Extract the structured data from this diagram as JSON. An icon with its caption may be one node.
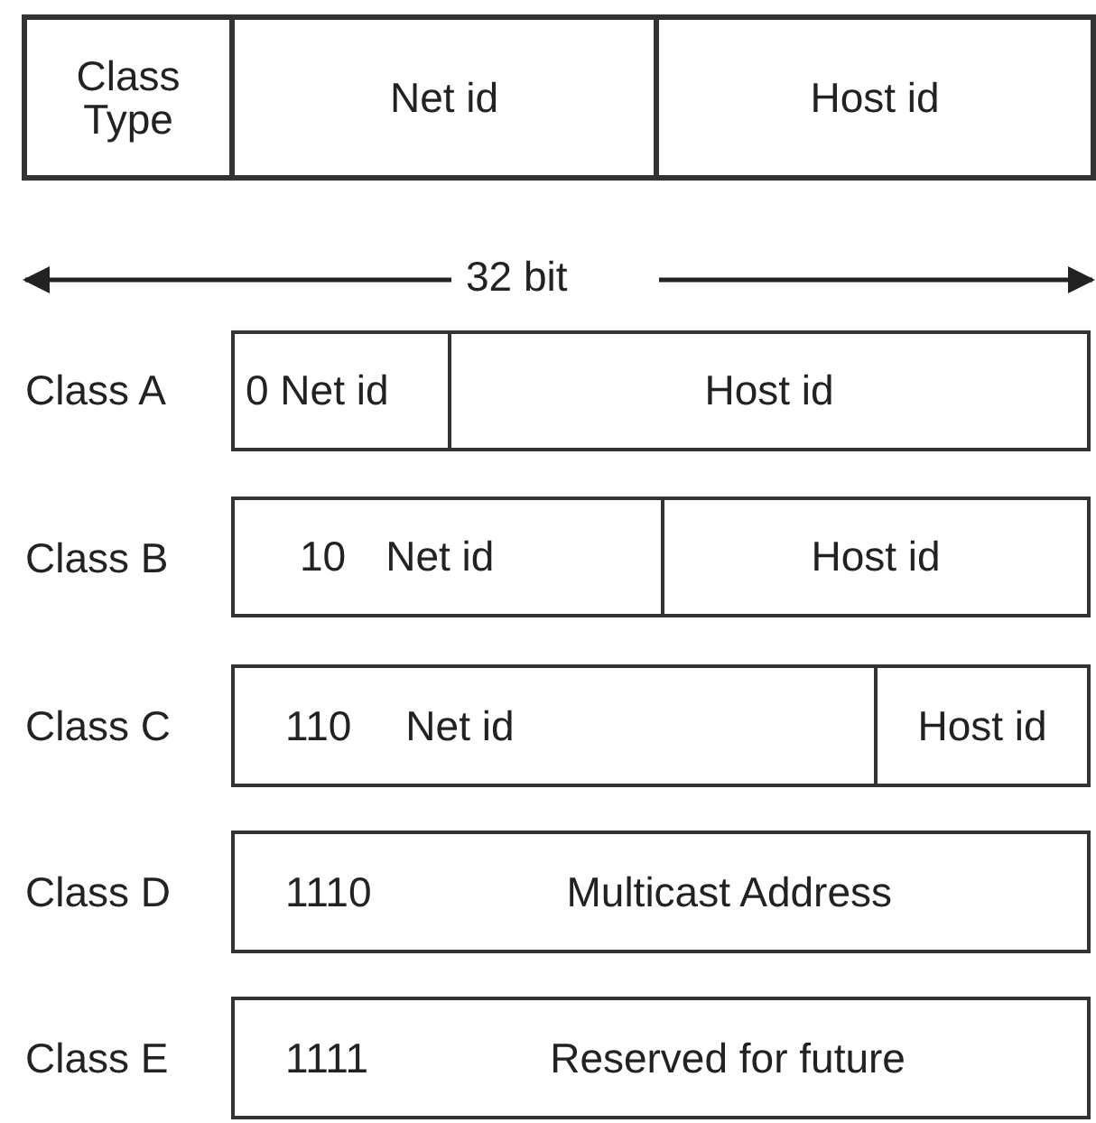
{
  "diagram": {
    "nodes": [
      {
        "text": [
          "Class Type"
        ]
      },
      {
        "text": [
          "Net id"
        ]
      },
      {
        "text": [
          "Host id"
        ]
      },
      {
        "text": [
          "0 Net id"
        ]
      },
      {
        "text": [
          "Host id"
        ]
      },
      {
        "text": [
          "10",
          "Net id"
        ]
      },
      {
        "text": [
          "Host id"
        ]
      },
      {
        "text": [
          "110",
          "Net id"
        ]
      },
      {
        "text": [
          "Host id"
        ]
      },
      {
        "text": [
          "1110",
          "Multicast Address"
        ]
      },
      {
        "text": [
          "1111",
          "Reserved for future"
        ]
      }
    ],
    "labels": [
      "32 bit",
      "Class A",
      "Class B",
      "Class C",
      "Class D",
      "Class E"
    ]
  }
}
